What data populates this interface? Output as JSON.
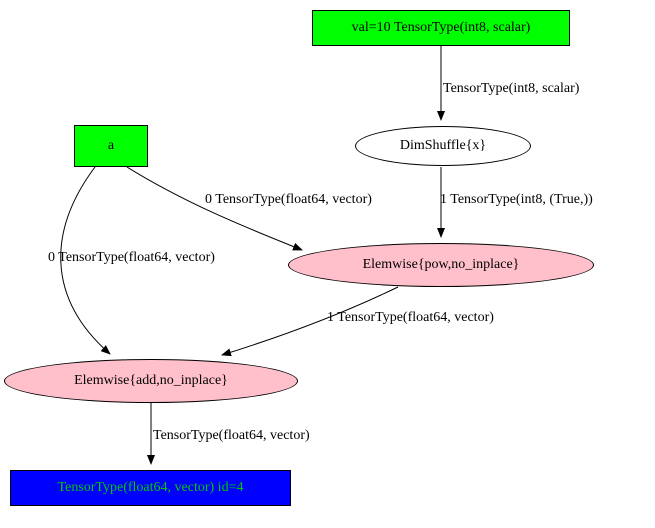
{
  "diagram": {
    "nodes": {
      "val10": {
        "label": "val=10 TensorType(int8, scalar)",
        "type": "input-constant"
      },
      "dimshuffle": {
        "label": "DimShuffle{x}",
        "type": "apply"
      },
      "a": {
        "label": "a",
        "type": "input-variable"
      },
      "pow": {
        "label": "Elemwise{pow,no_inplace}",
        "type": "apply"
      },
      "add": {
        "label": "Elemwise{add,no_inplace}",
        "type": "apply"
      },
      "output": {
        "label": "TensorType(float64, vector) id=4",
        "type": "output"
      }
    },
    "edge_labels": {
      "val10_dimshuffle": "TensorType(int8, scalar)",
      "a_pow": "0 TensorType(float64, vector)",
      "dimshuffle_pow": "1 TensorType(int8, (True,))",
      "a_add": "0 TensorType(float64, vector)",
      "pow_add": "1 TensorType(float64, vector)",
      "add_output": "TensorType(float64, vector)"
    },
    "colors": {
      "input_fill": "#00ff00",
      "apply_fill": "#ffc0cb",
      "plain_fill": "#ffffff",
      "output_fill": "#0000ff",
      "output_text": "#00c800",
      "edge": "#000000"
    }
  }
}
